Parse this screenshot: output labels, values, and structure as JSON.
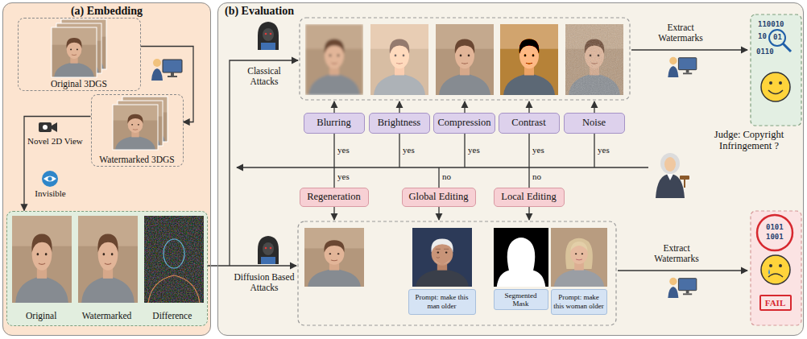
{
  "diagram": {
    "nodes": [
      {
        "text": [
          "(a) Embedding"
        ]
      },
      {
        "text": [
          "(b) Evaluation"
        ]
      },
      {
        "text": [
          "Original 3DGS"
        ],
        "in": 0
      },
      {
        "text": [
          "Watermarked 3DGS"
        ],
        "in": 0
      },
      {
        "text": [
          "Original",
          "Watermarked",
          "Difference"
        ],
        "in": 0
      },
      {
        "text": [
          "Blurring"
        ],
        "in": 1
      },
      {
        "text": [
          "Brightness"
        ],
        "in": 1
      },
      {
        "text": [
          "Compression"
        ],
        "in": 1
      },
      {
        "text": [
          "Contrast"
        ],
        "in": 1
      },
      {
        "text": [
          "Noise"
        ],
        "in": 1
      },
      {
        "text": [
          "Regeneration"
        ],
        "in": 1
      },
      {
        "text": [
          "Global Editing"
        ],
        "in": 1
      },
      {
        "text": [
          "Local Editing"
        ],
        "in": 1
      },
      {
        "text": [
          "Prompt: make this man older"
        ],
        "in": 1
      },
      {
        "text": [
          "Segmented Mask"
        ],
        "in": 1
      },
      {
        "text": [
          "Prompt: make this woman older"
        ],
        "in": 1
      },
      {
        "text": [
          "FAIL"
        ],
        "in": 1
      }
    ],
    "edges": [
      {
        "from": 2,
        "to": 3,
        "arrow": "to"
      },
      {
        "from": 3,
        "to": 4,
        "arrow": "to"
      }
    ],
    "labels": [
      "Novel 2D View",
      "Invisible",
      "Classical Attacks",
      "Diffusion Based Attacks",
      "yes",
      "yes",
      "yes",
      "yes",
      "yes",
      "yes",
      "no",
      "no",
      "Judge: Copyright Infringement ?",
      "Extract Watermarks",
      "Extract Watermarks",
      "110010",
      "10",
      "01",
      "0110",
      "0101",
      "1001"
    ]
  }
}
